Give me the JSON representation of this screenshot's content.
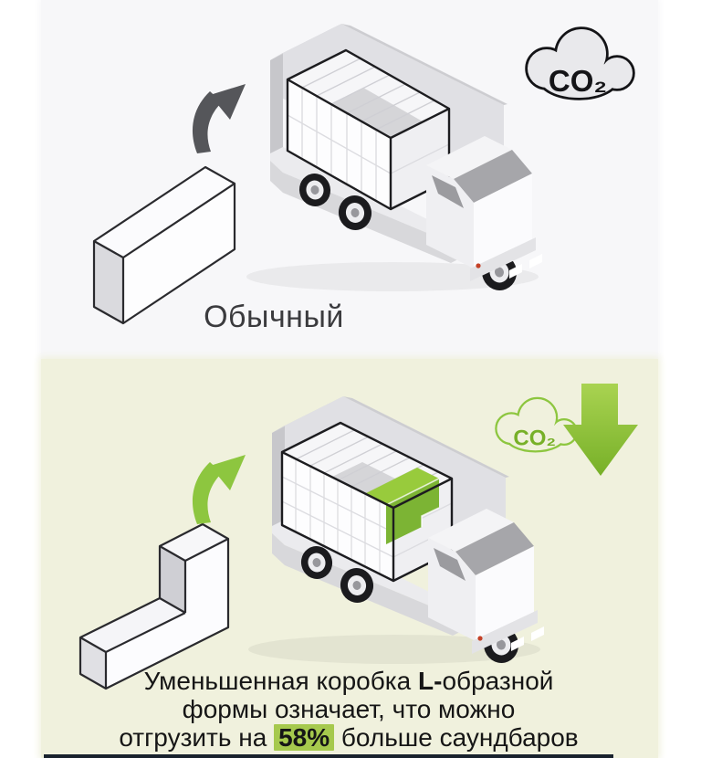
{
  "page": {
    "background": "#ffffff",
    "footer_bar_color": "#19222d"
  },
  "sections": {
    "standard": {
      "label": "Обычный",
      "co2_label": "CO₂",
      "background": "#f7f7f9",
      "arrow_color": "#55565a",
      "outline_color": "#1d1d20"
    },
    "l_shaped": {
      "co2_label": "CO₂",
      "background": "#f0f1dd",
      "accent_green": "#8dc63f",
      "caption": {
        "line1_pre": "Уменьшенная коробка ",
        "line1_bold": "L-",
        "line1_post": "образной",
        "line2": "формы означает, что можно",
        "line3_pre": "отгрузить на ",
        "line3_highlight": "58%",
        "line3_post": " больше саундбаров",
        "highlight_color": "#a6c94d"
      }
    }
  }
}
